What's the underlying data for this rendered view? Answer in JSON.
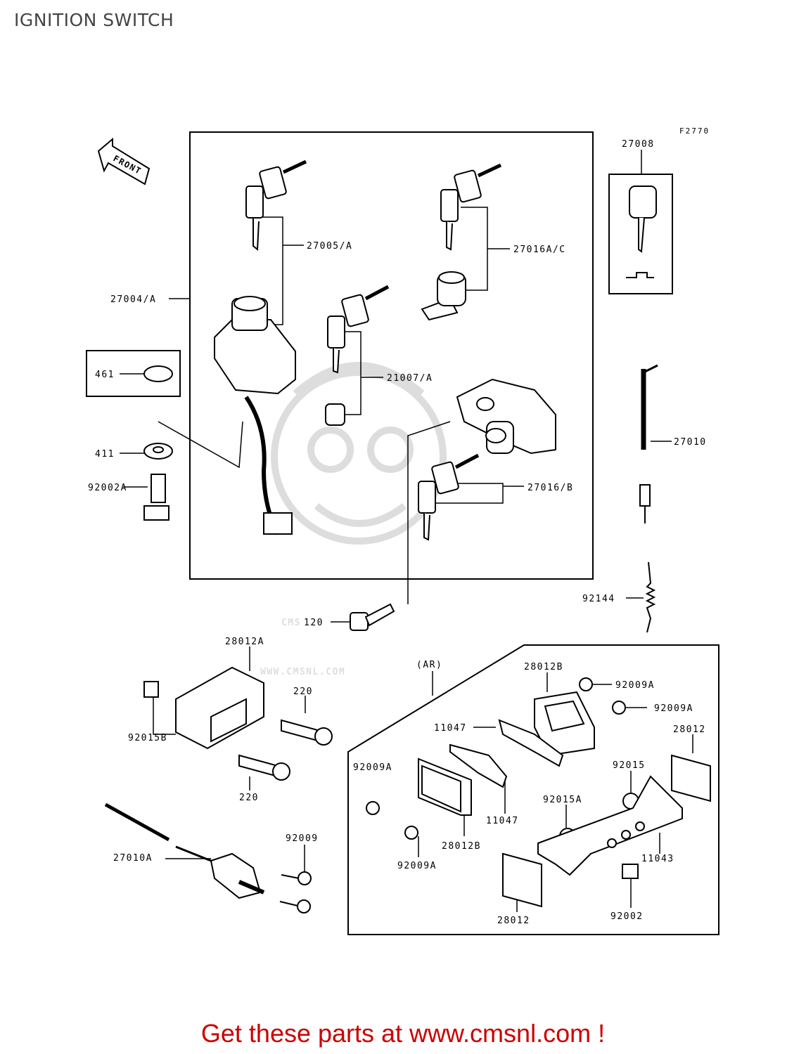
{
  "page_title": "IGNITION SWITCH",
  "figure_code": "F2770",
  "front_label": "FRONT",
  "ar_label": "(AR)",
  "watermark": {
    "brand": "CMS",
    "url": "WWW.CMSNL.COM"
  },
  "footer_text": "Get these parts at www.cmsnl.com !",
  "parts": {
    "p27008": "27008",
    "p27005A": "27005/A",
    "p27016AC": "27016A/C",
    "p27004A": "27004/A",
    "p461": "461",
    "p21007A": "21007/A",
    "p27010": "27010",
    "p411": "411",
    "p27016B": "27016/B",
    "p92002A": "92002A",
    "p92144": "92144",
    "p120": "120",
    "p28012A": "28012A",
    "p220a": "220",
    "p220b": "220",
    "p92015B": "92015B",
    "p28012B_top": "28012B",
    "p92009A_1": "92009A",
    "p92009A_2": "92009A",
    "p11047_top": "11047",
    "p28012_right": "28012",
    "p92009A_3": "92009A",
    "p92015": "92015",
    "p92015A": "92015A",
    "p11047_bottom": "11047",
    "p28012B_bottom": "28012B",
    "p11043": "11043",
    "p92009A_4": "92009A",
    "p92009": "92009",
    "p27010A": "27010A",
    "p28012_bottom": "28012",
    "p92002": "92002"
  }
}
